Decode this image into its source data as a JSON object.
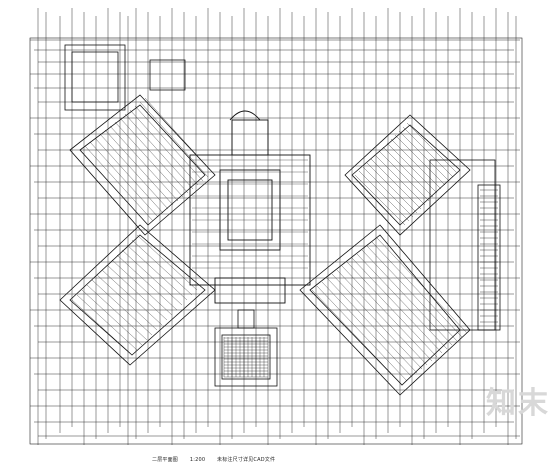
{
  "drawing": {
    "caption_main": "二层平面图",
    "caption_scale": "1:200",
    "caption_note": "未标注尺寸详见CAD文件"
  },
  "watermark": {
    "text": "知末"
  },
  "colors": {
    "line": "#1a1a1a",
    "background": "#ffffff"
  }
}
